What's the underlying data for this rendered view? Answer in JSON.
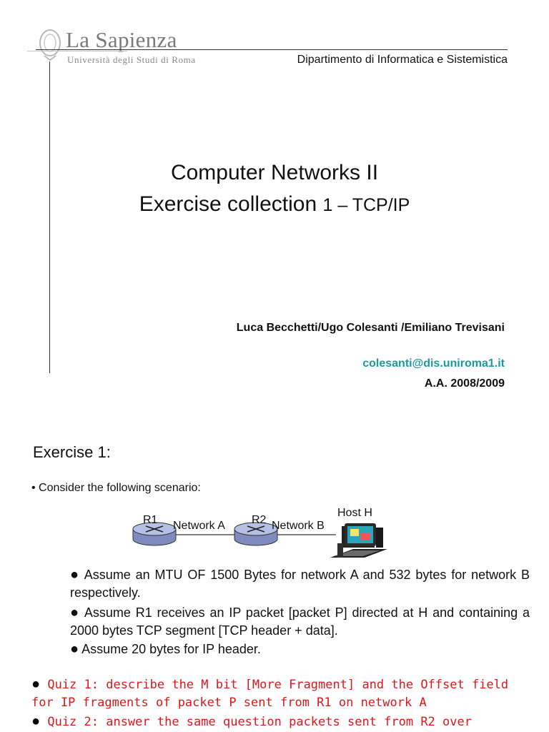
{
  "header": {
    "logo_name": "La Sapienza",
    "logo_sub": "Università degli Studi di Roma",
    "department": "Dipartimento di Informatica e Sistemistica"
  },
  "title": {
    "line1": "Computer Networks II",
    "line2_main": "Exercise collection ",
    "line2_small": "1 – TCP/IP"
  },
  "authors": {
    "names": "Luca Becchetti/Ugo Colesanti /Emiliano Trevisani",
    "email": "colesanti@dis.uniroma1.it",
    "year": "A.A. 2008/2009"
  },
  "exercise": {
    "title": "Exercise 1:",
    "intro": "• Consider the following scenario:",
    "diagram": {
      "r1": "R1",
      "r2": "R2",
      "net_a": "Network A",
      "net_b": "Network B",
      "host": "Host H"
    },
    "bullets": [
      "Assume an MTU OF 1500 Bytes for network A and 532 bytes for network B respectively.",
      "Assume R1 receives an IP packet [packet P] directed at H and containing a 2000 bytes TCP segment [TCP header + data].",
      "Assume 20 bytes for IP header."
    ],
    "quizzes": [
      "Quiz 1: describe the M bit  [More Fragment] and the Offset field for IP fragments of packet P sent from R1 on network A",
      "Quiz 2: answer the same question packets sent from R2 over"
    ]
  },
  "colors": {
    "email": "#1a9a9a",
    "quiz": "#e0161a",
    "router": "#9aa6cf"
  }
}
